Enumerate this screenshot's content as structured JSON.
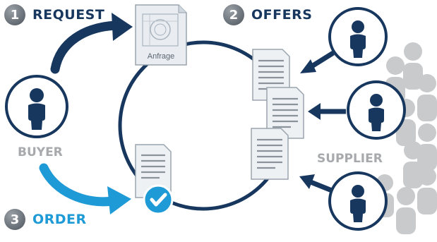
{
  "steps": [
    {
      "number": "1",
      "label": "REQUEST"
    },
    {
      "number": "2",
      "label": "OFFERS"
    },
    {
      "number": "3",
      "label": "ORDER"
    }
  ],
  "request_doc_label": "Anfrage",
  "roles": {
    "buyer": "BUYER",
    "supplier": "SUPPLIER"
  },
  "colors": {
    "navy": "#17375e",
    "light_blue": "#1e9ad6",
    "gray": "#a7a9ac",
    "crowd": "#c3c4c6",
    "check": "#1e9ad6"
  },
  "icons": [
    "person-icon",
    "document-icon",
    "check-icon",
    "arrow-icon"
  ]
}
